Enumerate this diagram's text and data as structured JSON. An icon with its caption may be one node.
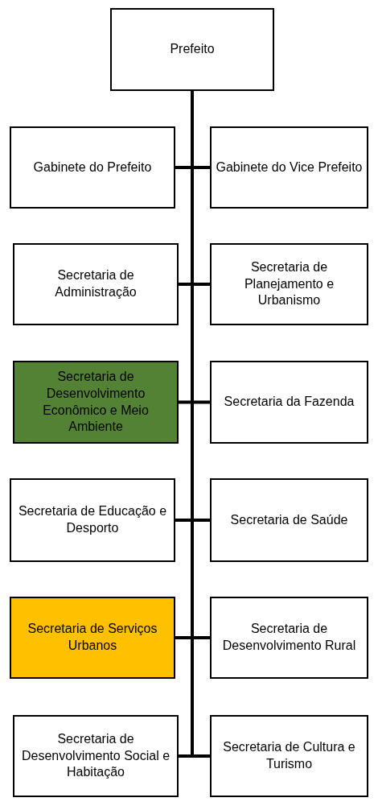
{
  "diagram": {
    "nodes": [
      {
        "text": [
          "Prefeito"
        ]
      },
      {
        "text": [
          "Gabinete do Prefeito"
        ]
      },
      {
        "text": [
          "Gabinete do Vice Prefeito"
        ]
      },
      {
        "text": [
          "Secretaria de Administração"
        ]
      },
      {
        "text": [
          "Secretaria de Planejamento e Urbanismo"
        ]
      },
      {
        "text": [
          "Secretaria de Desenvolvimento Econômico e Meio Ambiente"
        ]
      },
      {
        "text": [
          "Secretaria da Fazenda"
        ]
      },
      {
        "text": [
          "Secretaria de Educação e Desporto"
        ]
      },
      {
        "text": [
          "Secretaria de Saúde"
        ]
      },
      {
        "text": [
          "Secretaria de Serviços Urbanos"
        ]
      },
      {
        "text": [
          "Secretaria de Desenvolvimento Rural"
        ]
      },
      {
        "text": [
          "Secretaria de Desenvolvimento Social e Habitação"
        ]
      },
      {
        "text": [
          "Secretaria de Cultura e Turismo"
        ]
      }
    ],
    "edges": [
      {
        "from": 0,
        "to": 1,
        "arrow": "none"
      },
      {
        "from": 0,
        "to": 2,
        "arrow": "none"
      },
      {
        "from": 0,
        "to": 3,
        "arrow": "none"
      },
      {
        "from": 0,
        "to": 4,
        "arrow": "none"
      },
      {
        "from": 0,
        "to": 5,
        "arrow": "none"
      },
      {
        "from": 0,
        "to": 6,
        "arrow": "none"
      },
      {
        "from": 0,
        "to": 7,
        "arrow": "none"
      },
      {
        "from": 0,
        "to": 8,
        "arrow": "none"
      },
      {
        "from": 0,
        "to": 9,
        "arrow": "none"
      },
      {
        "from": 0,
        "to": 10,
        "arrow": "none"
      },
      {
        "from": 0,
        "to": 11,
        "arrow": "none"
      },
      {
        "from": 0,
        "to": 12,
        "arrow": "none"
      }
    ]
  }
}
